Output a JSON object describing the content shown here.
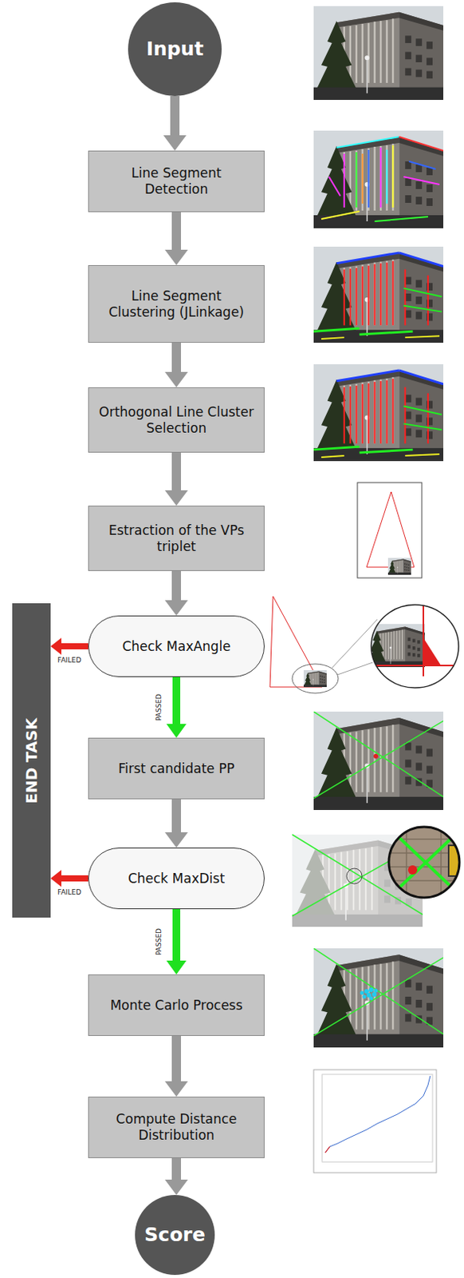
{
  "diagram": {
    "nodes": [
      {
        "text": [
          "Input"
        ]
      },
      {
        "text": [
          "Line Segment Detection"
        ]
      },
      {
        "text": [
          "Line Segment Clustering (JLinkage)"
        ]
      },
      {
        "text": [
          "Orthogonal Line Cluster Selection"
        ]
      },
      {
        "text": [
          "Estraction of the VPs triplet"
        ]
      },
      {
        "text": [
          "Check MaxAngle"
        ]
      },
      {
        "text": [
          "First candidate PP"
        ]
      },
      {
        "text": [
          "Check MaxDist"
        ]
      },
      {
        "text": [
          "Monte Carlo Process"
        ]
      },
      {
        "text": [
          "Compute Distance Distribution"
        ]
      },
      {
        "text": [
          "Score"
        ]
      },
      {
        "text": [
          "END TASK"
        ]
      }
    ],
    "edges": [
      {
        "from": 0,
        "to": 1,
        "arrow": "to"
      },
      {
        "from": 1,
        "to": 2,
        "arrow": "to"
      },
      {
        "from": 2,
        "to": 3,
        "arrow": "to"
      },
      {
        "from": 3,
        "to": 4,
        "arrow": "to"
      },
      {
        "from": 4,
        "to": 5,
        "arrow": "to"
      },
      {
        "from": 5,
        "to": 11,
        "label": "FAILED",
        "arrow": "to"
      },
      {
        "from": 5,
        "to": 6,
        "label": "PASSED",
        "arrow": "to"
      },
      {
        "from": 6,
        "to": 7,
        "arrow": "to"
      },
      {
        "from": 7,
        "to": 11,
        "label": "FAILED",
        "arrow": "to"
      },
      {
        "from": 7,
        "to": 8,
        "label": "PASSED",
        "arrow": "to"
      },
      {
        "from": 8,
        "to": 9,
        "arrow": "to"
      },
      {
        "from": 9,
        "to": 10,
        "arrow": "to"
      }
    ]
  }
}
